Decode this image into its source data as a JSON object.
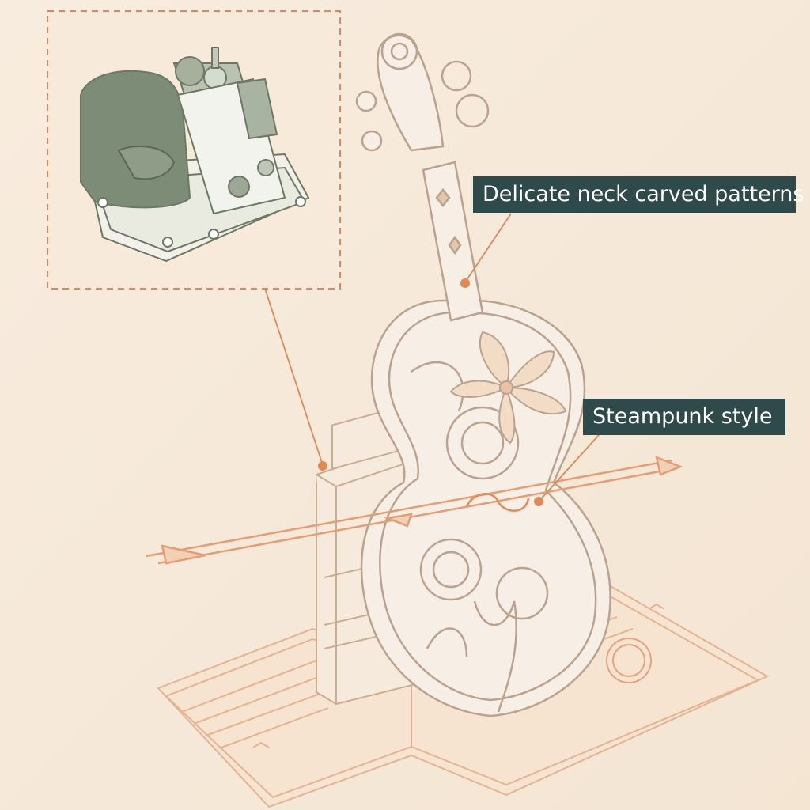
{
  "callouts": {
    "neck": "Delicate neck carved patterns",
    "steampunk": "Steampunk style"
  },
  "colors": {
    "background": "#f7eadb",
    "line_art": "#d0b49a",
    "highlight_orange": "#e08a55",
    "callout_bg": "#2f4a4a",
    "callout_text": "#ffffff",
    "mechanism_green": "#7d8c77"
  },
  "illustration": {
    "subject": "wooden cello music box on an open book",
    "inset": "music box mechanism"
  }
}
